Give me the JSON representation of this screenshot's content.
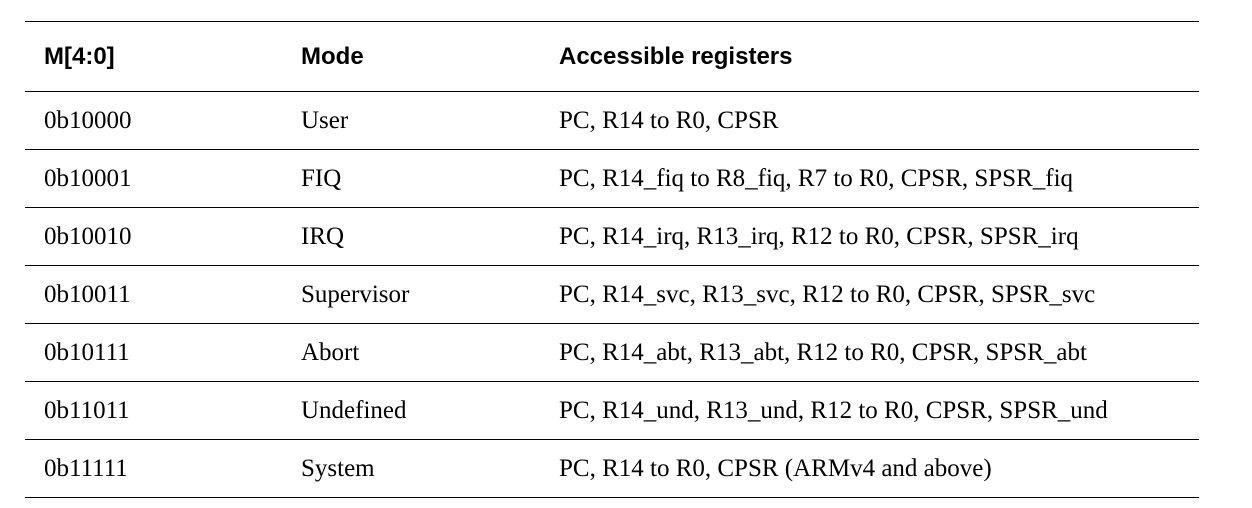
{
  "table": {
    "headers": [
      "M[4:0]",
      "Mode",
      "Accessible registers"
    ],
    "rows": [
      [
        "0b10000",
        "User",
        "PC, R14 to R0, CPSR"
      ],
      [
        "0b10001",
        "FIQ",
        "PC, R14_fiq to R8_fiq, R7 to R0, CPSR, SPSR_fiq"
      ],
      [
        "0b10010",
        "IRQ",
        "PC, R14_irq, R13_irq, R12 to R0, CPSR, SPSR_irq"
      ],
      [
        "0b10011",
        "Supervisor",
        "PC, R14_svc, R13_svc, R12 to R0, CPSR, SPSR_svc"
      ],
      [
        "0b10111",
        "Abort",
        "PC, R14_abt, R13_abt, R12 to R0, CPSR, SPSR_abt"
      ],
      [
        "0b11011",
        "Undefined",
        "PC, R14_und, R13_und, R12 to R0, CPSR, SPSR_und"
      ],
      [
        "0b11111",
        "System",
        "PC, R14 to R0, CPSR (ARMv4 and above)"
      ]
    ]
  }
}
